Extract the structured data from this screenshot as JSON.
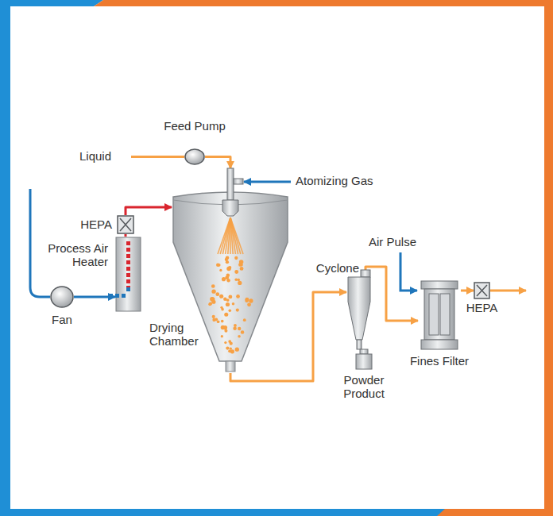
{
  "diagram": {
    "nodes": [
      {
        "text": [
          "Feed Pump"
        ]
      },
      {
        "text": [
          "HEPA"
        ]
      },
      {
        "text": [
          "Process Air Heater"
        ]
      },
      {
        "text": [
          "Fan"
        ]
      },
      {
        "text": [
          "Drying Chamber"
        ]
      },
      {
        "text": [
          "Cyclone"
        ]
      },
      {
        "text": [
          "Powder Product"
        ]
      },
      {
        "text": [
          "Fines Filter"
        ]
      },
      {
        "text": [
          "HEPA"
        ]
      }
    ],
    "edges": [
      {
        "from": 0,
        "to": 4,
        "arrow": "to"
      },
      {
        "from": 3,
        "to": 2,
        "arrow": "to"
      },
      {
        "from": 2,
        "to": 1,
        "arrow": "none"
      },
      {
        "from": 1,
        "to": 4,
        "arrow": "to"
      },
      {
        "from": 4,
        "to": 5,
        "arrow": "to"
      },
      {
        "from": 5,
        "to": 7,
        "arrow": "to"
      },
      {
        "from": 7,
        "to": 8,
        "arrow": "to"
      }
    ],
    "labels": [
      "Liquid",
      "Atomizing Gas",
      "Air Pulse"
    ]
  }
}
